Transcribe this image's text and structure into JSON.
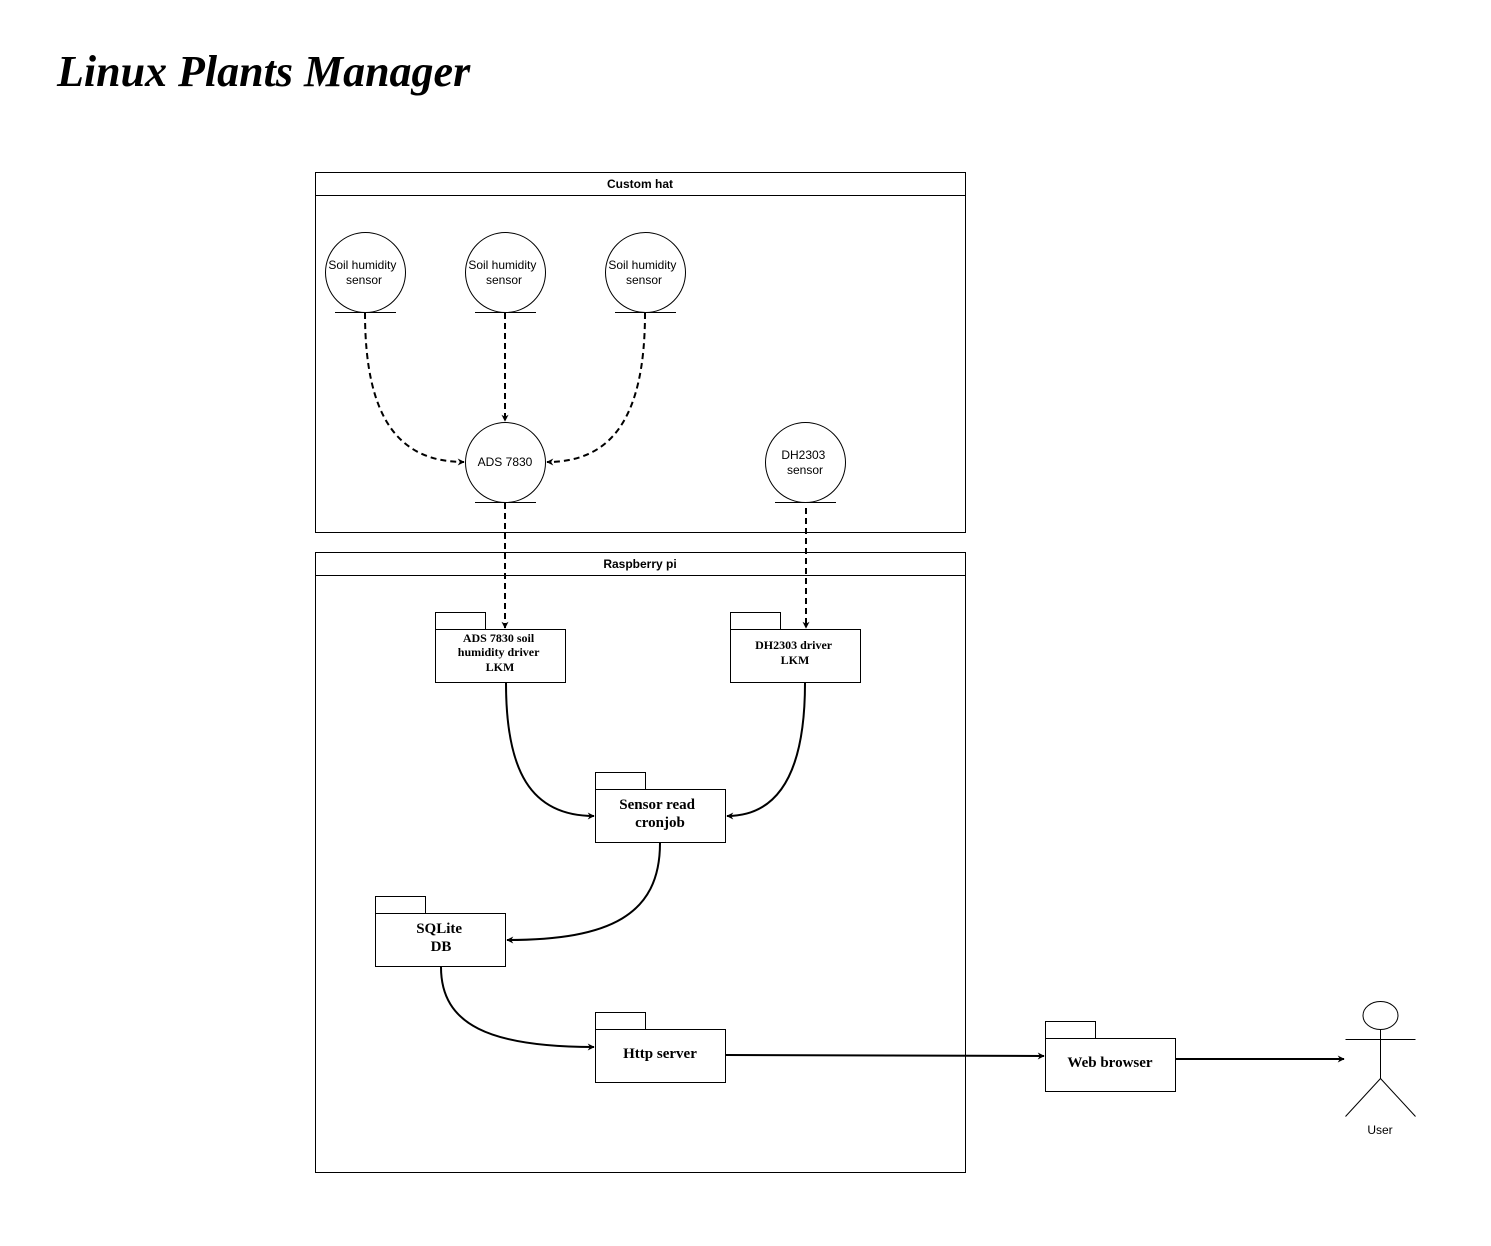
{
  "title": "Linux Plants Manager",
  "containers": {
    "custom_hat": "Custom hat",
    "raspberry_pi": "Raspberry pi"
  },
  "sensors": {
    "soil1": [
      "Soil humidity",
      "sensor"
    ],
    "soil2": [
      "Soil humidity",
      "sensor"
    ],
    "soil3": [
      "Soil humidity",
      "sensor"
    ],
    "ads": [
      "ADS 7830"
    ],
    "dh": [
      "DH2303",
      "sensor"
    ]
  },
  "packages": {
    "ads_driver": [
      "ADS 7830 soil",
      "humidity driver",
      "LKM"
    ],
    "dh_driver": [
      "DH2303 driver",
      "LKM"
    ],
    "cronjob": [
      "Sensor read",
      "cronjob"
    ],
    "sqlite": [
      "SQLite",
      "DB"
    ],
    "http": [
      "Http server"
    ],
    "browser": [
      "Web browser"
    ]
  },
  "actor": {
    "label": "User"
  }
}
